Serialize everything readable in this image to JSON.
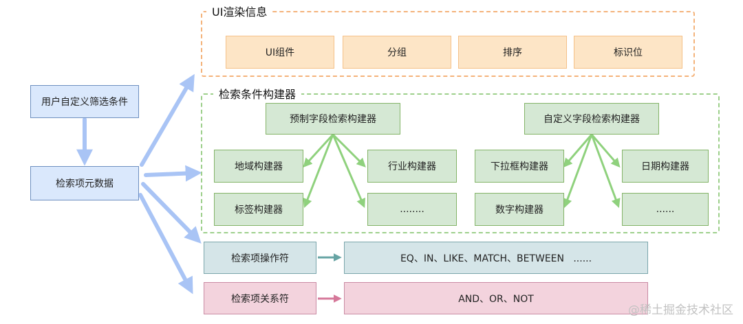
{
  "ui_group": {
    "title": "UI渲染信息",
    "items": [
      "UI组件",
      "分组",
      "排序",
      "标识位"
    ]
  },
  "builder_group": {
    "title": "检索条件构建器",
    "preset": "预制字段检索构建器",
    "custom": "自定义字段检索构建器",
    "preset_children": [
      "地域构建器",
      "行业构建器",
      "标签构建器",
      "........"
    ],
    "custom_children": [
      "下拉框构建器",
      "日期构建器",
      "数字构建器",
      "......"
    ]
  },
  "left": {
    "user_filter": "用户自定义筛选条件",
    "meta_data": "检索项元数据"
  },
  "operator": {
    "label": "检索项操作符",
    "values": "EQ、IN、LIKE、MATCH、BETWEEN   ......"
  },
  "relation": {
    "label": "检索项关系符",
    "values": "AND、OR、NOT"
  },
  "watermark": "@稀土掘金技术社区",
  "colors": {
    "blue_fill": "#dae8fc",
    "orange_fill": "#fde5c6",
    "green_fill": "#d5e8d4",
    "teal_fill": "#d5e5e8",
    "pink_fill": "#f3d3dd",
    "blue_arrow": "#a9c4f5",
    "green_arrow": "#8fd17d",
    "teal_arrow": "#67a4a4",
    "pink_arrow": "#d6789a"
  }
}
